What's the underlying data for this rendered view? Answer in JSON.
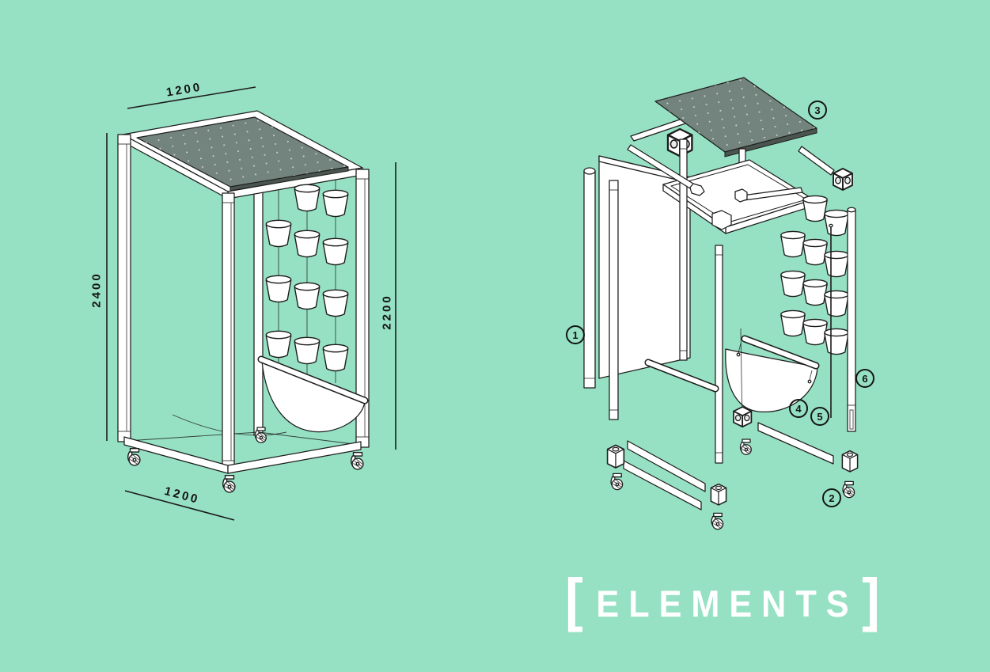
{
  "colors": {
    "bg": "#96E1C3",
    "ink": "#1C1C1C",
    "panel": "#73837D",
    "panel_edge": "#4A554F",
    "dot": "#CBD8D1"
  },
  "assembled": {
    "dimensions": {
      "top_width": "1200",
      "left_height": "2400",
      "right_height": "2200",
      "bottom_depth": "1200"
    }
  },
  "exploded": {
    "markers": [
      {
        "number": "1"
      },
      {
        "number": "2"
      },
      {
        "number": "3"
      },
      {
        "number": "4"
      },
      {
        "number": "5"
      },
      {
        "number": "6"
      }
    ],
    "title": {
      "bracket_left": "[",
      "text": "ELEMENTS",
      "bracket_right": "]"
    }
  }
}
